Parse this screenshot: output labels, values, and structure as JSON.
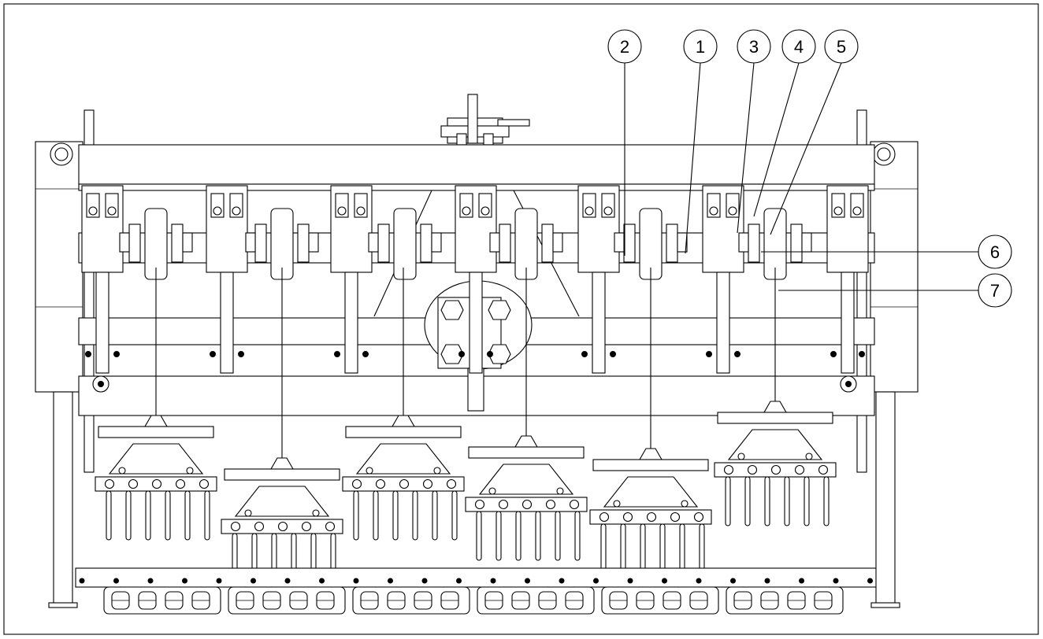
{
  "figure": {
    "colors": {
      "line": "#000000",
      "background": "#ffffff"
    },
    "callouts": [
      {
        "number": "1",
        "part": "callout-1"
      },
      {
        "number": "2",
        "part": "callout-2"
      },
      {
        "number": "3",
        "part": "callout-3"
      },
      {
        "number": "4",
        "part": "callout-4"
      },
      {
        "number": "5",
        "part": "callout-5"
      },
      {
        "number": "6",
        "part": "callout-6"
      },
      {
        "number": "7",
        "part": "callout-7"
      }
    ]
  }
}
